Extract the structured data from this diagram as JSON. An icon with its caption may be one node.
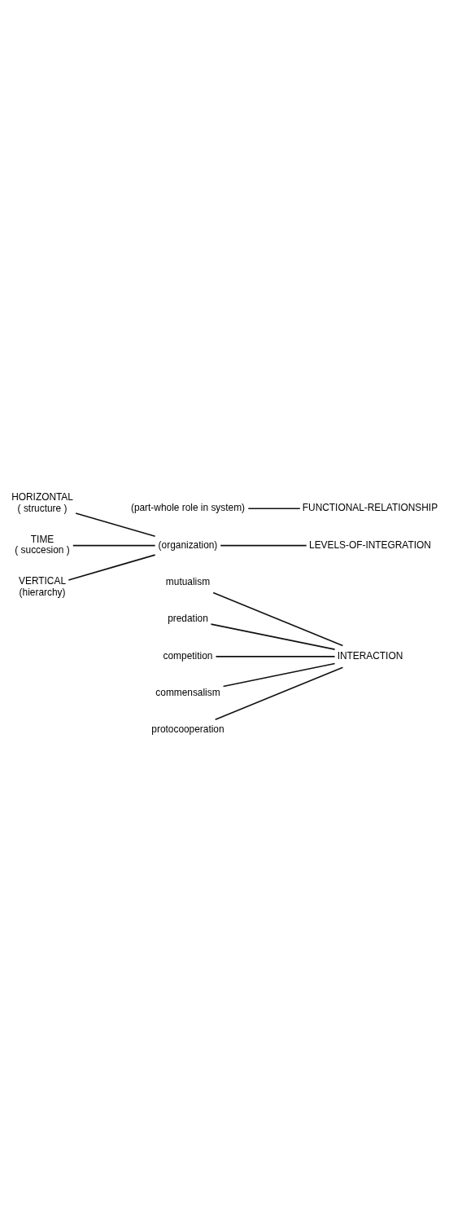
{
  "diagram": {
    "nodes": [
      {
        "text": [
          "INTERACTION"
        ]
      },
      {
        "text": [
          "mutualism"
        ]
      },
      {
        "text": [
          "predation"
        ]
      },
      {
        "text": [
          "competition"
        ]
      },
      {
        "text": [
          "commensalism"
        ]
      },
      {
        "text": [
          "protocooperation"
        ]
      },
      {
        "text": [
          "LEVELS-OF-INTEGRATION"
        ]
      },
      {
        "text": [
          "(organization)"
        ]
      },
      {
        "text": [
          "HORIZONTAL",
          "( structure )"
        ]
      },
      {
        "text": [
          "TIME",
          "( succesion )"
        ]
      },
      {
        "text": [
          "VERTICAL",
          "(hierarchy)"
        ]
      },
      {
        "text": [
          "FUNCTIONAL-RELATIONSHIP"
        ]
      },
      {
        "text": [
          "(part-whole role in system)"
        ]
      }
    ],
    "edges": [
      {
        "from": 0,
        "to": 1,
        "arrow": "none"
      },
      {
        "from": 0,
        "to": 2,
        "arrow": "none"
      },
      {
        "from": 0,
        "to": 3,
        "arrow": "none"
      },
      {
        "from": 0,
        "to": 4,
        "arrow": "none"
      },
      {
        "from": 0,
        "to": 5,
        "arrow": "none"
      },
      {
        "from": 6,
        "to": 7,
        "arrow": "none"
      },
      {
        "from": 7,
        "to": 8,
        "arrow": "none"
      },
      {
        "from": 7,
        "to": 9,
        "arrow": "none"
      },
      {
        "from": 7,
        "to": 10,
        "arrow": "none"
      },
      {
        "from": 11,
        "to": 12,
        "arrow": "none"
      }
    ]
  }
}
